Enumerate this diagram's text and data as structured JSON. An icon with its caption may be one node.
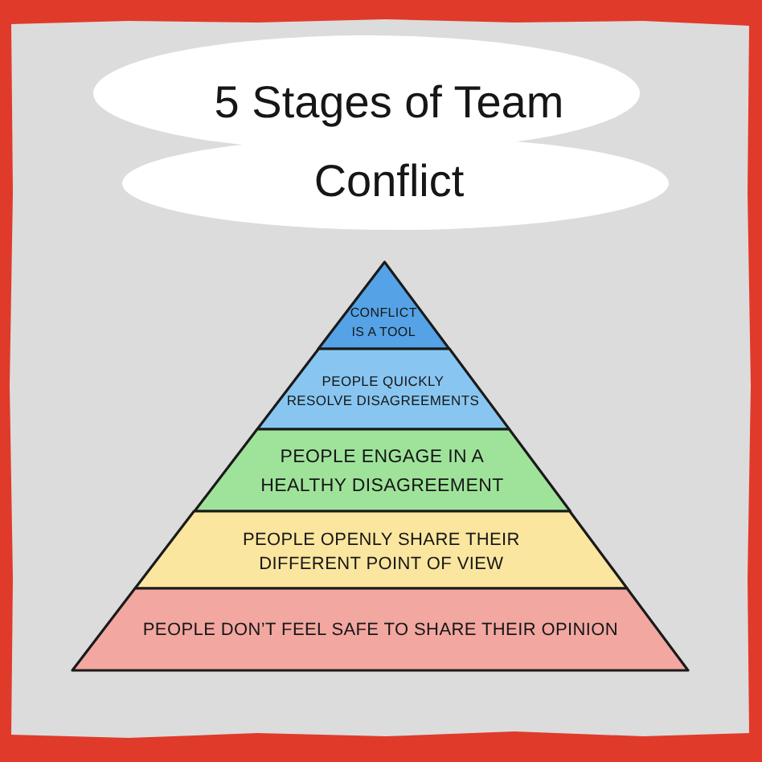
{
  "diagram": {
    "title": "5 Stages of Team Conflict",
    "nodes": [
      {
        "text": [
          "CONFLICT IS A TOOL"
        ]
      },
      {
        "text": [
          "PEOPLE QUICKLY RESOLVE DISAGREEMENTS"
        ]
      },
      {
        "text": [
          "PEOPLE ENGAGE IN A HEALTHY DISAGREEMENT"
        ]
      },
      {
        "text": [
          "PEOPLE OPENLY SHARE THEIR DIFFERENT POINT OF VIEW"
        ]
      },
      {
        "text": [
          "PEOPLE DON’T FEEL SAFE TO SHARE THEIR OPINION"
        ]
      }
    ]
  }
}
